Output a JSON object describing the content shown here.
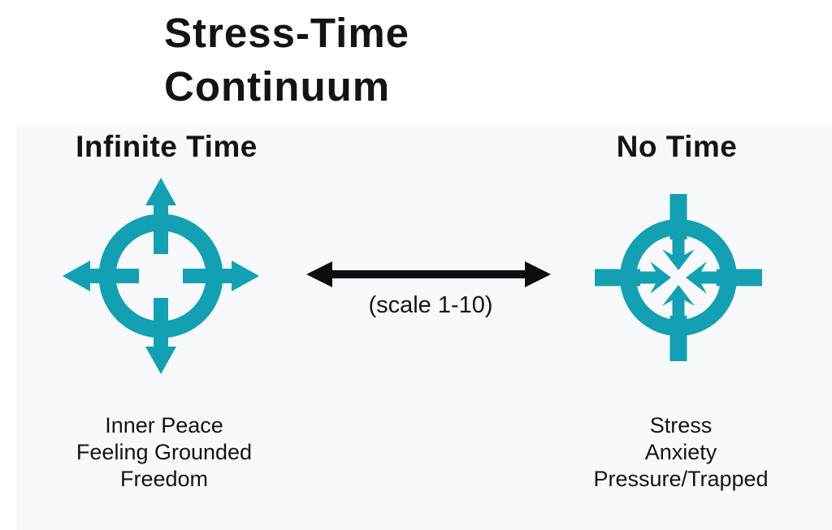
{
  "title": "Stress-Time\nContinuum",
  "left_pole": {
    "heading": "Infinite Time",
    "icon": "expanding-arrows-compass-icon",
    "traits": [
      "Inner Peace",
      "Feeling Grounded",
      "Freedom"
    ]
  },
  "right_pole": {
    "heading": "No Time",
    "icon": "converging-arrows-compass-icon",
    "traits": [
      "Stress",
      "Anxiety",
      "Pressure/Trapped"
    ]
  },
  "scale": {
    "label": "(scale 1-10)",
    "icon": "double-headed-arrow-icon"
  },
  "colors": {
    "teal": "#14a0b3",
    "ink": "#141414",
    "arrow": "#0d0d0d",
    "panel": "#f7f9fc",
    "bg": "#fefefe"
  }
}
